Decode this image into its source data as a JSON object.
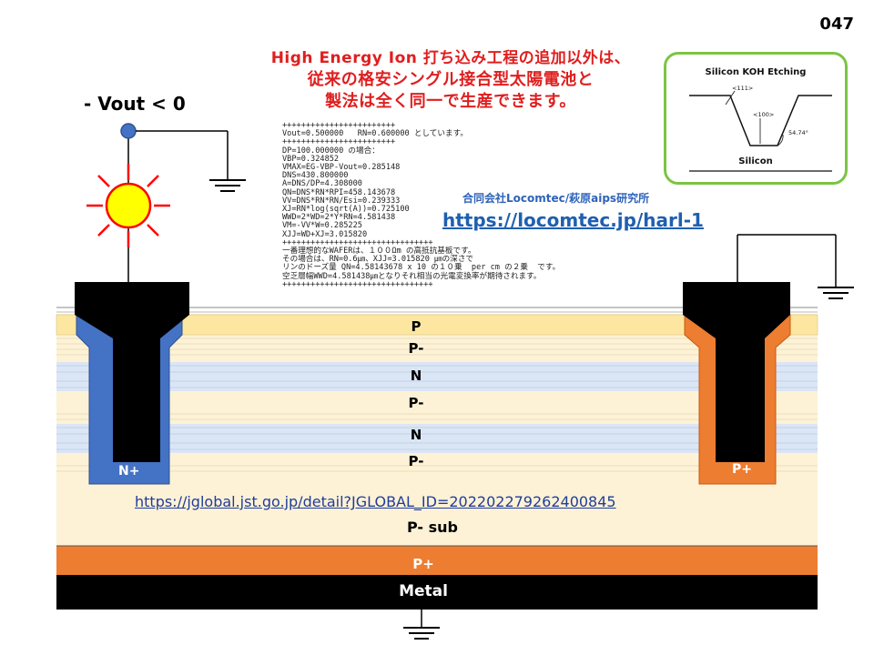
{
  "slide_number": "047",
  "title": {
    "line1": "High Energy Ion 打ち込み工程の追加以外は、",
    "line2": "従来の格安シングル接合型太陽電池と",
    "line3": "製法は全く同一で生産できます。"
  },
  "vout_label": "- Vout < 0",
  "calc_block": "++++++++++++++++++++++++\nVout=0.500000   RN=0.600000 としています。\n++++++++++++++++++++++++\nDP=100.000000 の場合：\nVBP=0.324852\nVMAX=EG-VBP-Vout=0.285148\nDNS=430.800000\nA=DNS/DP=4.308000\nQN=DNS*RN*RPI=458.143678\nVV=DNS*RN*RN/Esi=0.239333\nXJ=RN*log(sqrt(A))=0.725100\nWWD=2*WD=2*Y*RN=4.581438\nVM=-VV*W=0.285225\nXJJ=WD+XJ=3.015820\n++++++++++++++++++++++++++++++++\n一番理想的なWAFERは、１００Ωm の高抵抗基板です。\nその場合は、RN=0.6㎛、XJJ=3.015820 ㎛の深さで\nリンのドーズ量 QN=4.58143678 x 10 の１０乗  per cm の２乗  です。\n空乏層幅WWD=4.581438㎛となりそれ相当の光電変換率が期待されます。\n++++++++++++++++++++++++++++++++",
  "org": "合同会社Locomtec/萩原aips研究所",
  "link_main": "https://locomtec.jp/harl-1",
  "link_jglobal": "https://jglobal.jst.go.jp/detail?JGLOBAL_ID=202202279262400845",
  "koh_inset": {
    "title": "Silicon KOH Etching",
    "miller_111": "<111>",
    "miller_100": "<100>",
    "angle": "54.74°",
    "substrate": "Silicon"
  },
  "layers": [
    "P",
    "P-",
    "N",
    "P-",
    "N",
    "P-"
  ],
  "substrate_label": "P- sub",
  "backside_p_label": "P+",
  "metal_label": "Metal",
  "left_contact_label": "N+",
  "right_contact_label": "P+",
  "colors": {
    "title_red": "#e01e1e",
    "n_contact_blue": "#4472c4",
    "p_contact_orange": "#ed7d31",
    "p_layer_yellow": "#fde7a0",
    "p_minus_cream": "#fdf2d6",
    "n_layer_blue": "#dbe6f5",
    "metal_black": "#000000",
    "koh_border_green": "#7cc443",
    "sun_yellow": "#ffff00",
    "sun_ray_red": "#ff0000"
  }
}
